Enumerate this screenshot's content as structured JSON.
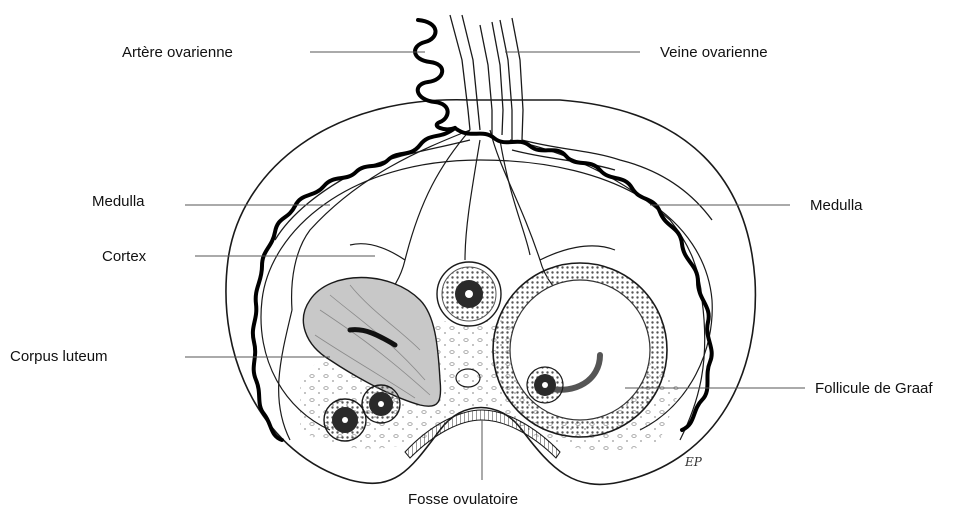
{
  "diagram": {
    "labels": {
      "artery": "Artère ovarienne",
      "vein": "Veine ovarienne",
      "medulla_left": "Medulla",
      "medulla_right": "Medulla",
      "cortex": "Cortex",
      "corpus_luteum": "Corpus luteum",
      "graaf": "Follicule de Graaf",
      "fossa": "Fosse ovulatoire"
    },
    "signature": "EP"
  },
  "colors": {
    "line": "#1a1a1a",
    "artery": "#000000",
    "corpus_luteum_fill": "#c8c8c8",
    "follicle_wall": "#7a7a7a",
    "oocyte_core": "#2a2a2a"
  }
}
